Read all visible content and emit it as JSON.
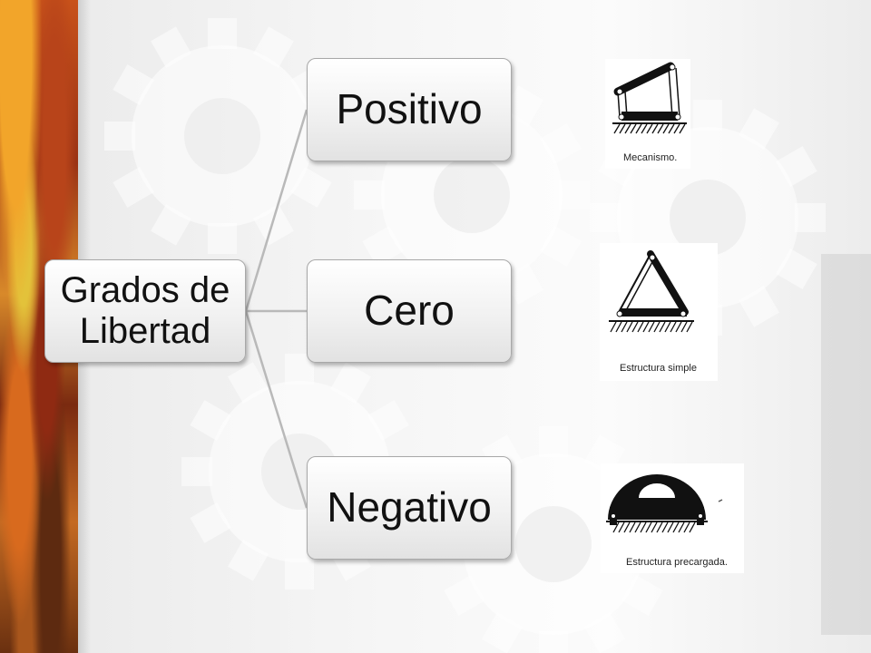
{
  "diagram": {
    "root": {
      "label": "Grados de Libertad"
    },
    "branches": [
      {
        "label": "Positivo",
        "image": {
          "icon": "mechanism-linkage-icon",
          "caption": "Mecanismo."
        }
      },
      {
        "label": "Cero",
        "image": {
          "icon": "simple-truss-structure-icon",
          "caption": "Estructura simple"
        }
      },
      {
        "label": "Negativo",
        "image": {
          "icon": "preloaded-arch-structure-icon",
          "caption": "Estructura precargada."
        }
      }
    ]
  },
  "colors": {
    "node_border": "#a8a8a8",
    "connector": "#b9b9b9",
    "accent_strip": "#c8521a"
  }
}
